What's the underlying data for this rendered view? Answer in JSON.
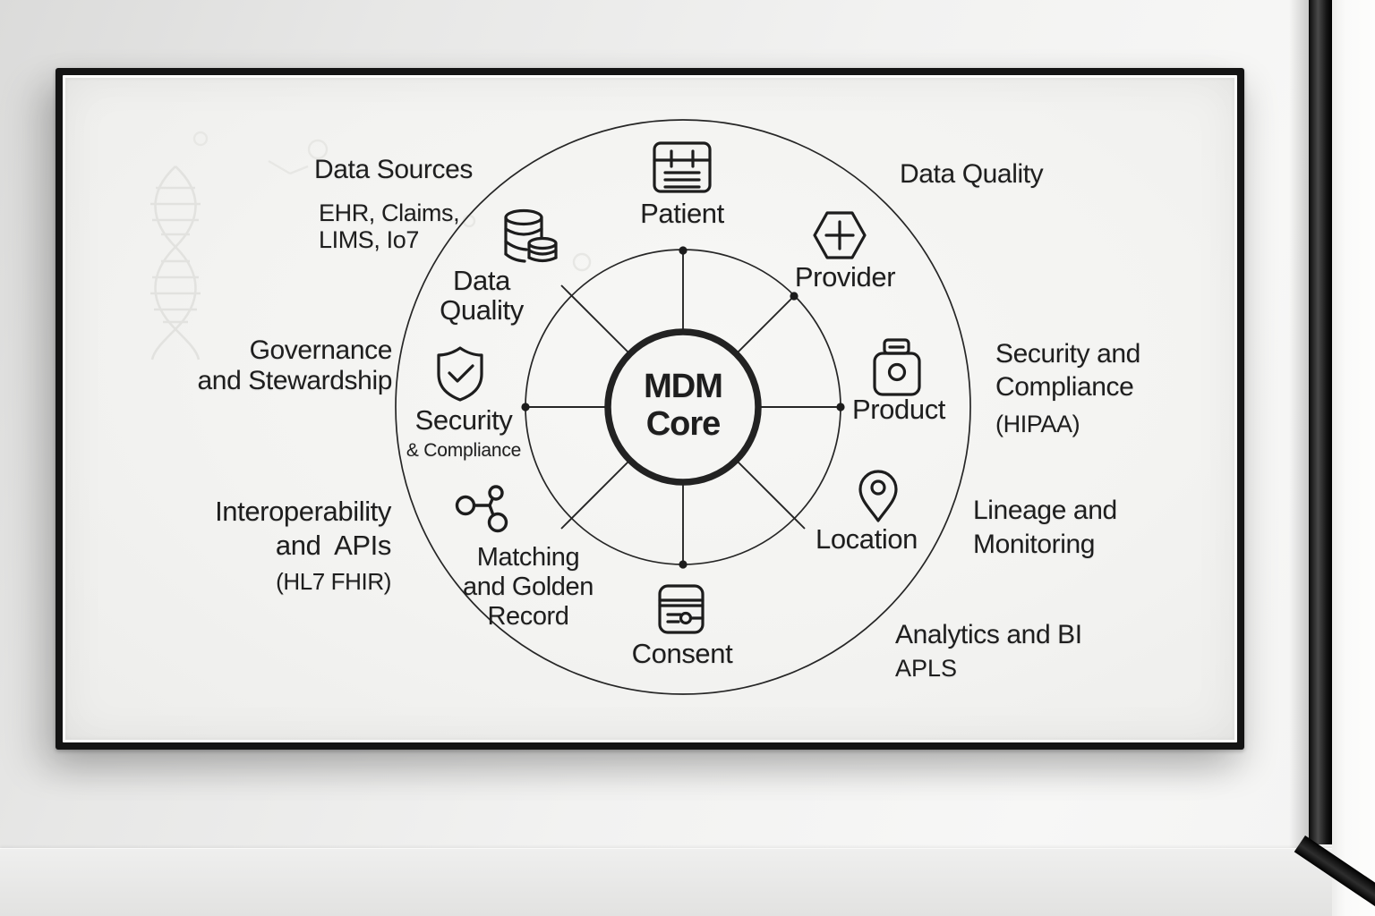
{
  "colors": {
    "ink": "#1e1e1e",
    "board": "#f3f3f1",
    "frame_black": "#141414",
    "wall_grey": "#ececeb",
    "floor_grey": "#e7e7e6",
    "watermark_grey": "#e3e3e0"
  },
  "diagram": {
    "core": {
      "lines": [
        "MDM",
        "Core"
      ]
    },
    "ring": {
      "patient": {
        "label": "Patient",
        "icon": "patient-record-icon"
      },
      "provider": {
        "label": "Provider",
        "icon": "hexagon-plus-icon"
      },
      "product": {
        "label": "Product",
        "icon": "product-jar-icon"
      },
      "location": {
        "label": "Location",
        "icon": "map-pin-icon"
      },
      "consent": {
        "label": "Consent",
        "icon": "consent-card-icon"
      },
      "matching": {
        "lines": [
          "Matching",
          "and Golden",
          "Record"
        ],
        "icon": "molecule-link-icon"
      },
      "security": {
        "label": "Security",
        "sub": "& Compliance",
        "icon": "shield-check-icon"
      },
      "data_quality": {
        "lines": [
          "Data",
          "Quality"
        ],
        "icon": "database-icon"
      }
    },
    "outer": {
      "data_sources": {
        "heading": "Data Sources",
        "lines": [
          "EHR, Claims,",
          "LIMS, Io7"
        ]
      },
      "data_quality": {
        "heading": "Data Quality"
      },
      "governance": {
        "lines": [
          "Governance",
          "and Stewardship"
        ]
      },
      "security_compliance": {
        "lines": [
          "Security and",
          "Compliance"
        ],
        "sub": "(HIPAA)"
      },
      "interoperability": {
        "lines": [
          "Interoperability",
          "and  APIs"
        ],
        "sub": "(HL7 FHIR)"
      },
      "lineage": {
        "lines": [
          "Lineage and",
          "Monitoring"
        ]
      },
      "analytics": {
        "heading": "Analytics and BI",
        "sub": "APLS"
      }
    }
  }
}
